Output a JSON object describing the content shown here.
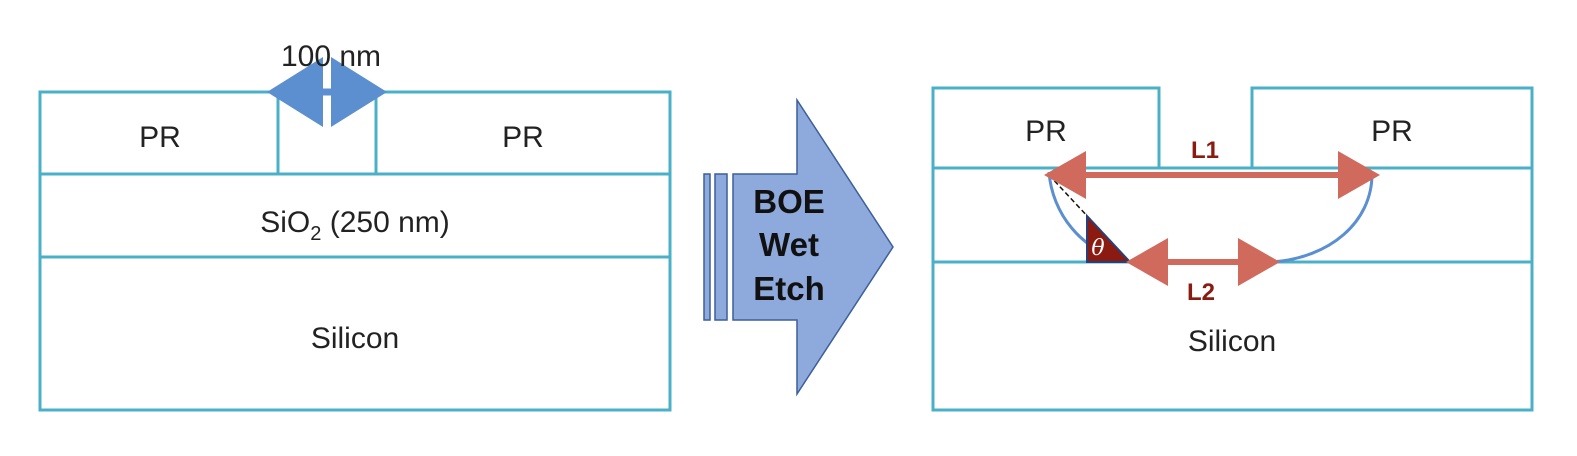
{
  "left": {
    "gap_label": "100 nm",
    "pr_left": "PR",
    "pr_right": "PR",
    "oxide_main": "SiO",
    "oxide_sub": "2",
    "oxide_rest": " (250 nm)",
    "substrate": "Silicon"
  },
  "process": {
    "line1": "BOE",
    "line2": "Wet",
    "line3": "Etch"
  },
  "right": {
    "pr_left": "PR",
    "pr_right": "PR",
    "l1": "L1",
    "l2": "L2",
    "angle": "θ",
    "substrate": "Silicon"
  },
  "colors": {
    "outline": "#4ab0c8",
    "arrow_fill": "#8ea9dc",
    "arrow_stroke": "#3c5f9a",
    "dimension_arrow": "#5b8fd0",
    "measure_arrow": "#d06a5c",
    "label_red": "#8b1a10",
    "angle_fill": "#8b1a10",
    "etch_curve": "#5b8fd0"
  }
}
